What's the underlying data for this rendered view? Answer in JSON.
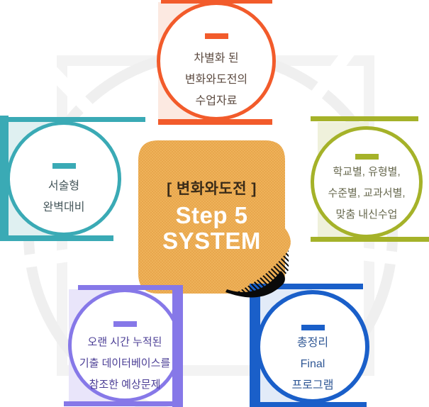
{
  "center": {
    "bracket_label": "[ 변화와도전 ]",
    "step_label": "Step 5",
    "system_label": "SYSTEM",
    "bg_color": "#e8a64c",
    "shadow_color": "#000000"
  },
  "nodes": {
    "top": {
      "lines": [
        "차별화 된",
        "변화와도전의",
        "수업자료"
      ],
      "accent": "#f25b2b",
      "tint": "#fce9e1"
    },
    "right": {
      "lines": [
        "학교별, 유형별,",
        "수준별, 교과서별,",
        "맞춤 내신수업"
      ],
      "accent": "#a5b229",
      "tint": "#eff1db"
    },
    "left": {
      "lines": [
        "서술형",
        "완벽대비"
      ],
      "accent": "#3aaab5",
      "tint": "#dff0f1"
    },
    "bottom_left": {
      "lines": [
        "오랜 시간 누적된",
        "기출 데이터베이스를",
        "참조한 예상문제"
      ],
      "accent": "#8678e8",
      "tint": "#e9e5fa"
    },
    "bottom_right": {
      "lines": [
        "총정리",
        "Final",
        "프로그램"
      ],
      "accent": "#1a5fc9",
      "tint": "#e2ebf8"
    }
  },
  "background": {
    "ring_color": "#efefef",
    "frame_color": "#f3f3f3"
  }
}
